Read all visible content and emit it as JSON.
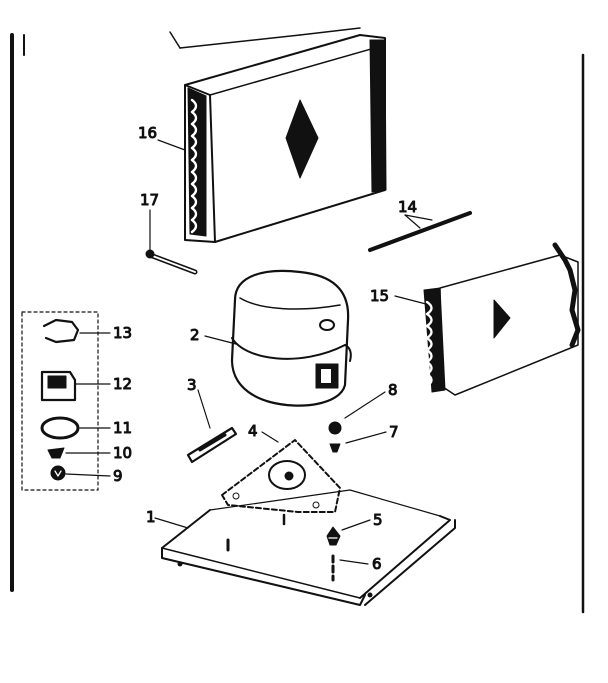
{
  "diagram": {
    "ink": "#111111",
    "paper": "#ffffff",
    "callouts": [
      {
        "id": "p1",
        "label": "1"
      },
      {
        "id": "p2",
        "label": "2"
      },
      {
        "id": "p3",
        "label": "3"
      },
      {
        "id": "p4",
        "label": "4"
      },
      {
        "id": "p5",
        "label": "5"
      },
      {
        "id": "p6",
        "label": "6"
      },
      {
        "id": "p7",
        "label": "7"
      },
      {
        "id": "p8",
        "label": "8"
      },
      {
        "id": "p9",
        "label": "9"
      },
      {
        "id": "p10",
        "label": "10"
      },
      {
        "id": "p11",
        "label": "11"
      },
      {
        "id": "p12",
        "label": "12"
      },
      {
        "id": "p13",
        "label": "13"
      },
      {
        "id": "p14",
        "label": "14"
      },
      {
        "id": "p15",
        "label": "15"
      },
      {
        "id": "p16",
        "label": "16"
      },
      {
        "id": "p17",
        "label": "17"
      }
    ]
  }
}
